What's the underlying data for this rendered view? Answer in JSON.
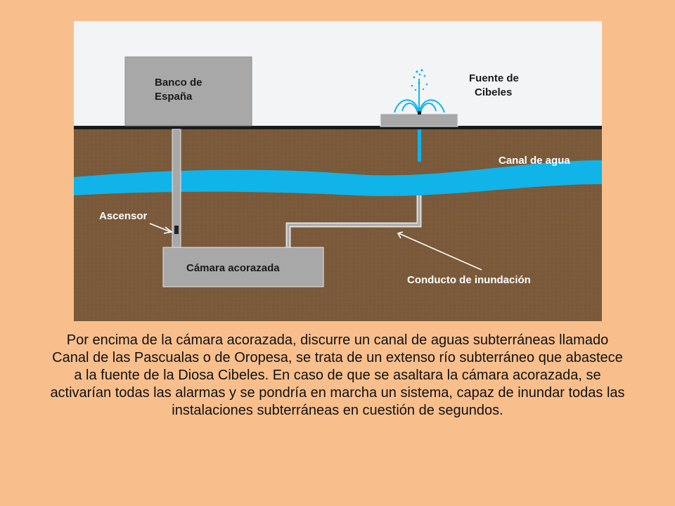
{
  "diagram": {
    "labels": {
      "banco": [
        "Banco de",
        "España"
      ],
      "fuente": [
        "Fuente de",
        "Cibeles"
      ],
      "canal": "Canal de agua",
      "ascensor": "Ascensor",
      "camara": "Cámara acorazada",
      "conducto": "Conducto de inundación"
    },
    "colors": {
      "sky": "#f3f4f5",
      "ground": "#7a5a3a",
      "water": "#10b4e8",
      "building": "#a8a8a8",
      "surface_line": "#1a1a1a"
    }
  },
  "caption": "Por encima de la cámara acorazada, discurre un canal de aguas subterráneas llamado Canal de las Pascualas o de Oropesa, se trata de un extenso río subterráneo que abastece a la fuente de la Diosa Cibeles. En caso de que se asaltara la cámara acorazada, se activarían todas las alarmas y se pondría en marcha un sistema, capaz de inundar todas las instalaciones subterráneas en cuestión de segundos."
}
